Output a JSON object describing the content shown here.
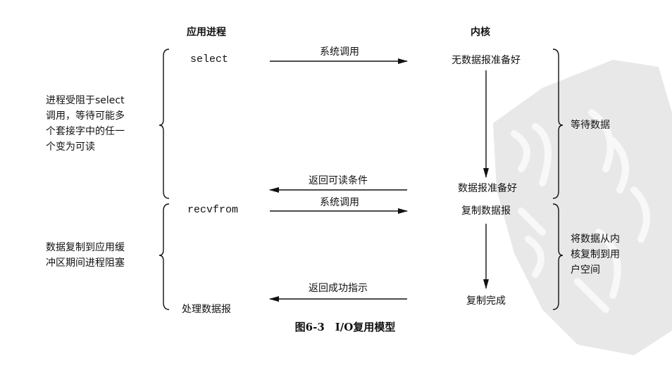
{
  "headers": {
    "app_process": "应用进程",
    "kernel": "内核"
  },
  "calls": {
    "select": "select",
    "recvfrom": "recvfrom",
    "process_datagram": "处理数据报"
  },
  "arrows": {
    "syscall_1": "系统调用",
    "return_readable": "返回可读条件",
    "syscall_2": "系统调用",
    "return_success": "返回成功指示"
  },
  "kernel_states": {
    "no_datagram_ready": "无数据报准备好",
    "datagram_ready": "数据报准备好",
    "copy_datagram": "复制数据报",
    "copy_complete": "复制完成"
  },
  "left_notes": {
    "blocked_select": [
      "进程受阻于select",
      "调用，等待可能多",
      "个套接字中的任一",
      "个变为可读"
    ],
    "blocked_copy": [
      "数据复制到应用缓",
      "冲区期间进程阻塞"
    ]
  },
  "right_notes": {
    "wait_data": "等待数据",
    "copy_to_user": [
      "将数据从内",
      "核复制到用",
      "户空间"
    ]
  },
  "caption": "图6-3　I/O复用模型",
  "colors": {
    "ink": "#111111",
    "watermark": "#e6e6e6"
  }
}
